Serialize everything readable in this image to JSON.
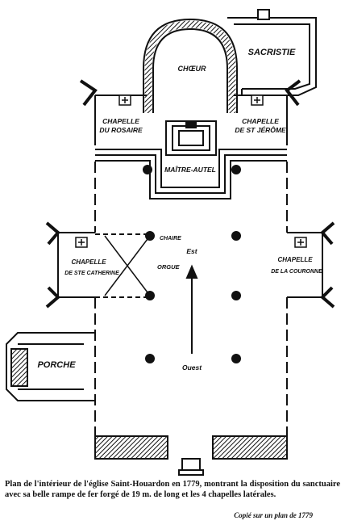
{
  "labels": {
    "sacristie": "SACRISTIE",
    "choeur": "CHŒUR",
    "chapelle_rosaire_1": "CHAPELLE",
    "chapelle_rosaire_2": "DU ROSAIRE",
    "chapelle_jerome_1": "CHAPELLE",
    "chapelle_jerome_2": "DE ST JÉRÔME",
    "maitre_autel": "MAÎTRE-AUTEL",
    "chaire": "CHAIRE",
    "orgue": "ORGUE",
    "chapelle_catherine_1": "CHAPELLE",
    "chapelle_catherine_2": "DE STE CATHERINE",
    "chapelle_couronne_1": "CHAPELLE",
    "chapelle_couronne_2": "DE LA COURONNE",
    "est": "Est",
    "ouest": "Ouest",
    "porche": "PORCHE"
  },
  "caption": "Plan de l'intérieur de l'église Saint-Houardon en 1779, montrant la disposition du sanctuaire avec sa belle rampe de fer forgé de 19 m. de long et les 4 chapelles latérales.",
  "source": "Copié sur un plan de 1779",
  "colors": {
    "ink": "#111111",
    "paper": "#ffffff"
  }
}
